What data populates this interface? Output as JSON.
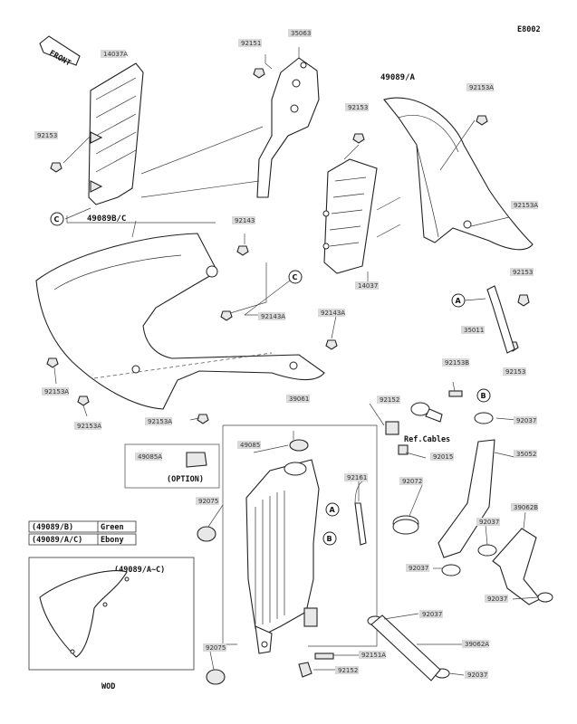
{
  "diagram_code": "E8002",
  "front_arrow": "FRONT",
  "option_label": "(OPTION)",
  "ref_cables": "Ref.Cables",
  "wod": "WOD",
  "inset_title": "(49089/A~C)",
  "legend": [
    {
      "code": "(49089/B)",
      "color": "Green"
    },
    {
      "code": "(49089/A/C)",
      "color": "Ebony"
    }
  ],
  "refs": {
    "a": "A",
    "b": "B",
    "c": "C"
  },
  "big_labels": {
    "shroud_right": "49089/A",
    "shroud_left": "49089B/C"
  },
  "parts": {
    "p14037a": "14037A",
    "p92151_top": "92151",
    "p35063": "35063",
    "p92153_left": "92153",
    "p92153_mid": "92153",
    "p92153a_top": "92153A",
    "p92153a_right": "92153A",
    "p92153_r": "92153",
    "p92143": "92143",
    "p92143a_1": "92143A",
    "p92143a_2": "92143A",
    "p14037": "14037",
    "p35011": "35011",
    "p92153_low": "92153",
    "p92153b": "92153B",
    "p92153a_l1": "92153A",
    "p92153a_l2": "92153A",
    "p92153a_l3": "92153A",
    "p39061": "39061",
    "p92152_top": "92152",
    "p92037_top": "92037",
    "p49085": "49085",
    "p49085a": "49085A",
    "p92015": "92015",
    "p35052": "35052",
    "p92161": "92161",
    "p92072": "92072",
    "p92075_top": "92075",
    "p39062b": "39062B",
    "p92037_mid": "92037",
    "p92037_r": "92037",
    "p92037_low": "92037",
    "p92037_bot": "92037",
    "p39062a": "39062A",
    "p92151a": "92151A",
    "p92075_bot": "92075",
    "p92152_bot": "92152",
    "p92037_bl": "92037"
  }
}
